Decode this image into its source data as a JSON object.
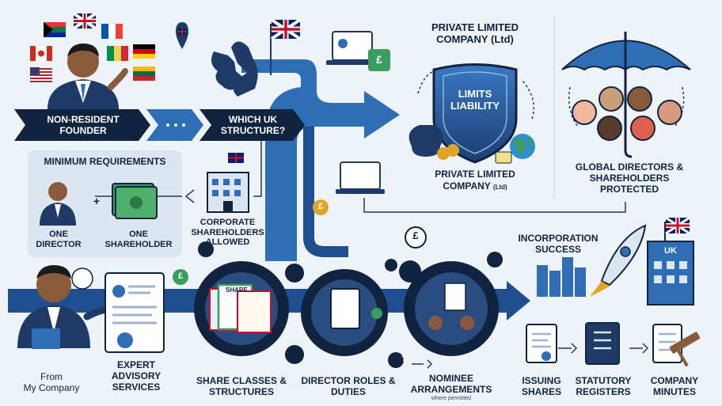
{
  "founder": {
    "label": "NON-RESIDENT FOUNDER"
  },
  "question": {
    "label": "WHICH UK STRUCTURE?"
  },
  "ltd_top": {
    "title": "PRIVATE LIMITED COMPANY (Ltd)"
  },
  "shield": {
    "text": "LIMITS LIABILITY"
  },
  "ltd_bottom": {
    "line1": "PRIVATE LIMITED",
    "line2": "COMPANY",
    "suffix": "(Ltd)"
  },
  "global": {
    "label": "GLOBAL DIRECTORS & SHAREHOLDERS PROTECTED"
  },
  "minimum": {
    "title": "MINIMUM REQUIREMENTS",
    "director": "ONE DIRECTOR",
    "plus": "+",
    "shareholder": "ONE SHAREHOLDER"
  },
  "corporate": {
    "label": "CORPORATE SHAREHOLDERS ALLOWED"
  },
  "incorporation": {
    "label": "INCORPORATION SUCCESS",
    "building_text": "UK"
  },
  "advisor": {
    "label_line1": "From",
    "label_line2": "My Company"
  },
  "expert": {
    "label": "EXPERT ADVISORY SERVICES"
  },
  "share_classes": {
    "label": "SHARE CLASSES & STRUCTURES",
    "certificate_text": "SHARE"
  },
  "director_roles": {
    "label": "DIRECTOR ROLES & DUTIES"
  },
  "nominee": {
    "label": "NOMINEE ARRANGEMENTS",
    "note": "where permitted"
  },
  "issuing": {
    "label": "ISSUING SHARES"
  },
  "registers": {
    "label": "STATUTORY REGISTERS"
  },
  "minutes": {
    "label": "COMPANY MINUTES"
  },
  "symbols": {
    "pound": "£",
    "plus": "+",
    "question": "?"
  },
  "colors": {
    "navy": "#10233f",
    "blue": "#2f6db5",
    "light": "#dce6f1",
    "bg": "#eef3f8",
    "green": "#3a9d5d",
    "gold": "#e0a526"
  }
}
